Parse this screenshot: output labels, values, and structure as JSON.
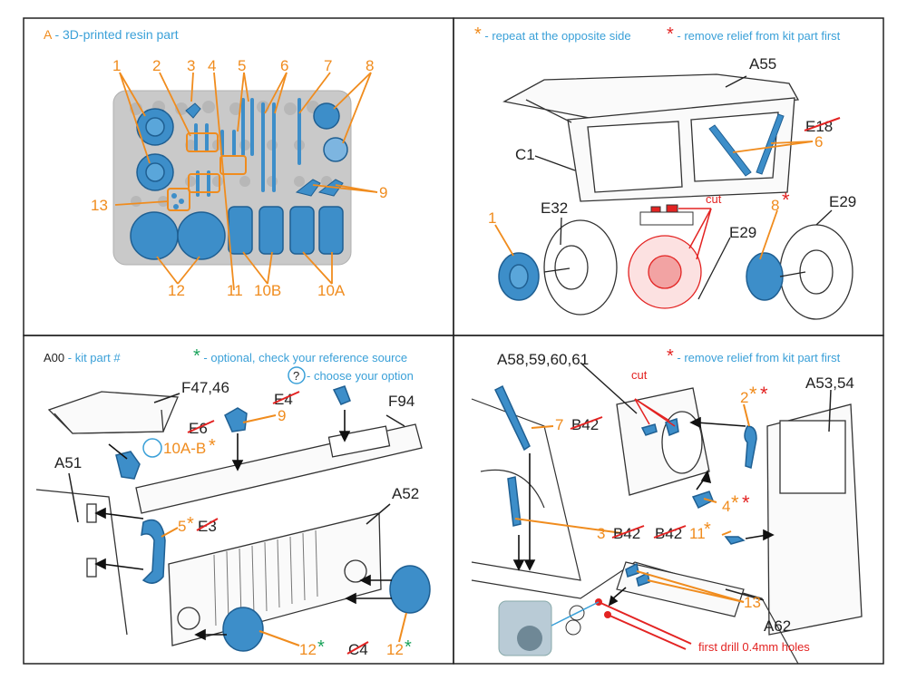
{
  "colors": {
    "orange": "#f08c1e",
    "blue": "#3aa0d8",
    "red": "#e32322",
    "green": "#1aa35b",
    "part": "#3d8ec9",
    "partDark": "#1f5f92",
    "sprue": "#c8c8c8",
    "line": "#222222"
  },
  "p1": {
    "letter": "A",
    "legend": " - 3D-printed resin part",
    "callouts": [
      "1",
      "2",
      "3",
      "4",
      "5",
      "6",
      "7",
      "8",
      "9",
      "13",
      "12",
      "11",
      "10B",
      "10A"
    ]
  },
  "p2": {
    "star": "*",
    "repeat": " - repeat at the opposite side",
    "remove": " - remove relief from kit part first",
    "A55": "A55",
    "E18": "E18",
    "C1": "C1",
    "n6": "6",
    "E32": "E32",
    "n1": "1",
    "cut": "cut",
    "E29a": "E29",
    "n8": "8",
    "E29b": "E29"
  },
  "p3": {
    "code": "A00",
    "kit": " - kit part #",
    "optional": " - optional, check your reference source",
    "q": "?",
    "choose": " - choose your option",
    "F47": "F47,46",
    "E4": "E4",
    "E6": "E6",
    "n9": "9",
    "F94": "F94",
    "n10": "10A-B",
    "A51": "A51",
    "n5": "5",
    "E3": "E3",
    "A52": "A52",
    "n12a": "12",
    "C4": "C4",
    "n12b": "12"
  },
  "p4": {
    "remove": " - remove relief from kit part first",
    "A58": "A58,59,60,61",
    "cut": "cut",
    "n7": "7",
    "B42a": "B42",
    "n2": "2",
    "A53": "A53,54",
    "n3": "3",
    "B42b": "B42",
    "B42c": "B42",
    "n11": "11",
    "n4": "4",
    "n13": "13",
    "A62": "A62",
    "drill": "first drill 0.4mm holes"
  }
}
